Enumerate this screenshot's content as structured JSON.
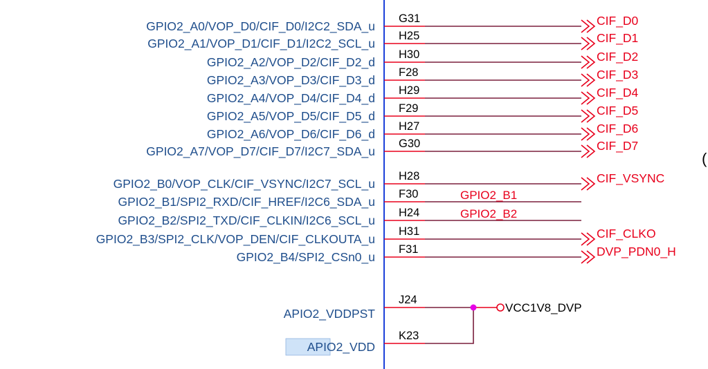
{
  "pins": [
    {
      "name": "GPIO2_A0/VOP_D0/CIF_D0/I2C2_SDA_u",
      "pin": "G31",
      "net": "CIF_D0",
      "kind": "port"
    },
    {
      "name": "GPIO2_A1/VOP_D1/CIF_D1/I2C2_SCL_u",
      "pin": "H25",
      "net": "CIF_D1",
      "kind": "port"
    },
    {
      "name": "GPIO2_A2/VOP_D2/CIF_D2_d",
      "pin": "H30",
      "net": "CIF_D2",
      "kind": "port"
    },
    {
      "name": "GPIO2_A3/VOP_D3/CIF_D3_d",
      "pin": "F28",
      "net": "CIF_D3",
      "kind": "port"
    },
    {
      "name": "GPIO2_A4/VOP_D4/CIF_D4_d",
      "pin": "H29",
      "net": "CIF_D4",
      "kind": "port"
    },
    {
      "name": "GPIO2_A5/VOP_D5/CIF_D5_d",
      "pin": "F29",
      "net": "CIF_D5",
      "kind": "port"
    },
    {
      "name": "GPIO2_A6/VOP_D6/CIF_D6_d",
      "pin": "H27",
      "net": "CIF_D6",
      "kind": "port"
    },
    {
      "name": "GPIO2_A7/VOP_D7/CIF_D7/I2C7_SDA_u",
      "pin": "G30",
      "net": "CIF_D7",
      "kind": "port"
    },
    {
      "name": "GPIO2_B0/VOP_CLK/CIF_VSYNC/I2C7_SCL_u",
      "pin": "H28",
      "net": "CIF_VSYNC",
      "kind": "port"
    },
    {
      "name": "GPIO2_B1/SPI2_RXD/CIF_HREF/I2C6_SDA_u",
      "pin": "F30",
      "net": "GPIO2_B1",
      "kind": "label"
    },
    {
      "name": "GPIO2_B2/SPI2_TXD/CIF_CLKIN/I2C6_SCL_u",
      "pin": "H24",
      "net": "GPIO2_B2",
      "kind": "label"
    },
    {
      "name": "GPIO2_B3/SPI2_CLK/VOP_DEN/CIF_CLKOUTA_u",
      "pin": "H31",
      "net": "CIF_CLKO",
      "kind": "port"
    },
    {
      "name": "GPIO2_B4/SPI2_CSn0_u",
      "pin": "F31",
      "net": "DVP_PDN0_H",
      "kind": "port"
    }
  ],
  "power": {
    "pins": [
      {
        "name": "APIO2_VDDPST",
        "pin": "J24"
      },
      {
        "name_selected": "APIO2",
        "name_rest": "_VDD",
        "pin": "K23"
      }
    ],
    "net": "VCC1V8_DVP"
  },
  "edge_glyph": "(",
  "colors": {
    "pin_name": "#1f4e8c",
    "net_label": "#e8001c",
    "wire": "#7a1e3c",
    "body_line": "#1a3fd9",
    "junction": "#e600e6",
    "selection": "#cfe3f8"
  }
}
